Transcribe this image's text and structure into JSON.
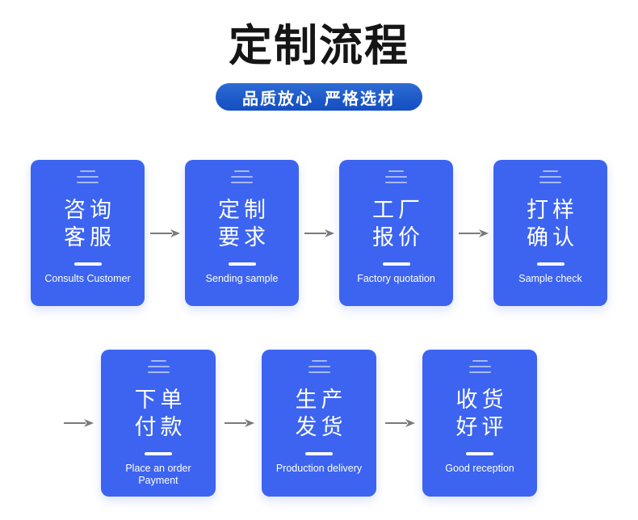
{
  "header": {
    "title": "定制流程",
    "banner": {
      "phrase1": "品质放心",
      "phrase2": "严格选材"
    }
  },
  "flow": {
    "row1": [
      {
        "zh1": "咨询",
        "zh2": "客服",
        "en": "Consults Customer"
      },
      {
        "zh1": "定制",
        "zh2": "要求",
        "en": "Sending sample"
      },
      {
        "zh1": "工厂",
        "zh2": "报价",
        "en": "Factory quotation"
      },
      {
        "zh1": "打样",
        "zh2": "确认",
        "en": "Sample check"
      }
    ],
    "row2": [
      {
        "zh1": "下单",
        "zh2": "付款",
        "en": "Place an order Payment"
      },
      {
        "zh1": "生产",
        "zh2": "发货",
        "en": "Production delivery"
      },
      {
        "zh1": "收货",
        "zh2": "好评",
        "en": "Good reception"
      }
    ]
  },
  "icons": {
    "card_top": "menu-lines-icon",
    "between_steps": "arrow-right-icon"
  },
  "colors": {
    "card_blue": "#3c64f0",
    "banner_blue_top": "#2e6cd4",
    "banner_blue_bottom": "#1450c2",
    "arrow_gray": "#7a7a7a",
    "title_color": "#151515",
    "text_white": "#ffffff"
  }
}
